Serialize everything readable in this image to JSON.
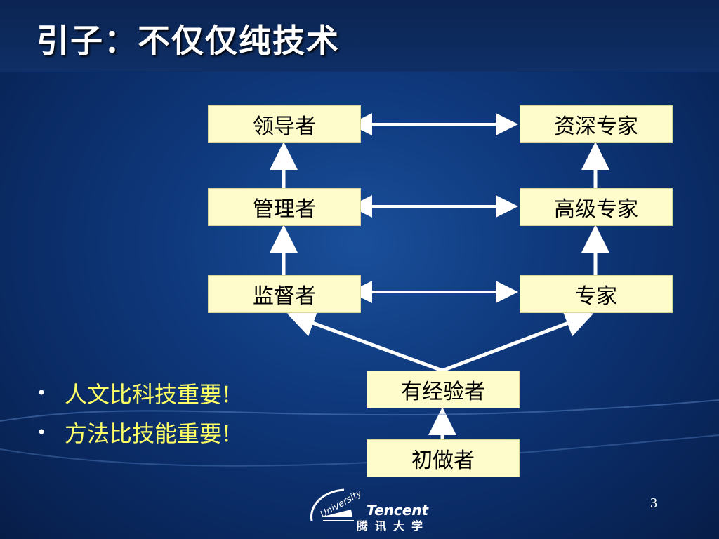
{
  "title": "引子：不仅仅纯技术",
  "nodes": {
    "leader": "领导者",
    "senior_expert": "资深专家",
    "manager": "管理者",
    "advanced_expert": "高级专家",
    "supervisor": "监督者",
    "expert": "专家",
    "experienced": "有经验者",
    "beginner": "初做者"
  },
  "bullets": [
    "人文比科技重要!",
    "方法比技能重要!"
  ],
  "page_number": "3",
  "logo": {
    "arc_text": "University",
    "brand": "Tencent",
    "cn": "腾讯大学"
  },
  "colors": {
    "node_fill": "#fffccc",
    "bullet_text": "#ffff66",
    "arrow": "#ffffff"
  }
}
